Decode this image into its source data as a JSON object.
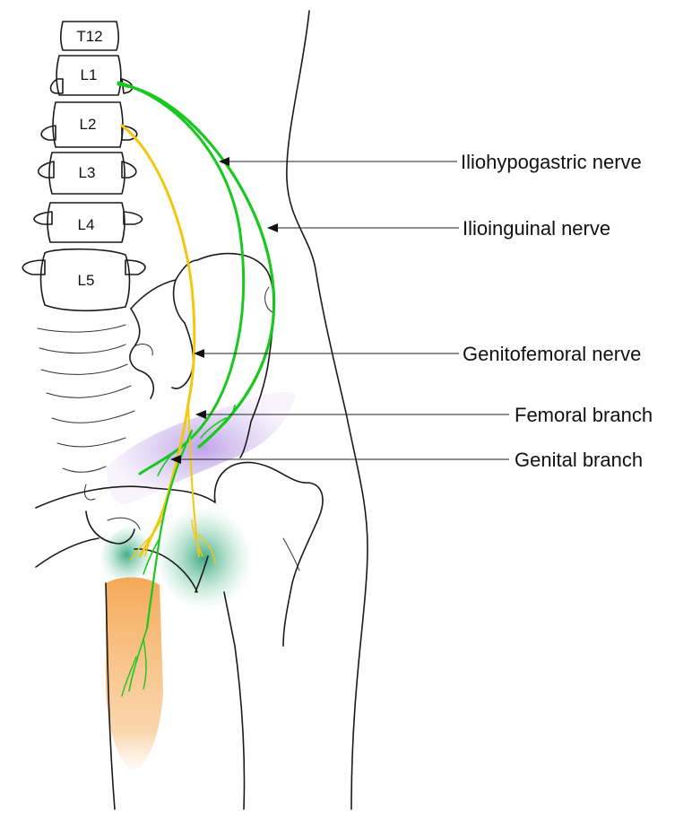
{
  "vertebrae": [
    "T12",
    "L1",
    "L2",
    "L3",
    "L4",
    "L5"
  ],
  "labels": {
    "iliohypogastric": "Iliohypogastric nerve",
    "ilioinguinal": "Ilioinguinal nerve",
    "genitofemoral": "Genitofemoral nerve",
    "femoral_branch": "Femoral branch",
    "genital_branch": "Genital branch"
  },
  "colors": {
    "nerve_ilio": "#19c81e",
    "nerve_genitofemoral": "#f2c80f",
    "zone_purple": "#b89be0",
    "zone_green": "#2fae7c",
    "zone_orange": "#f4a04a"
  }
}
